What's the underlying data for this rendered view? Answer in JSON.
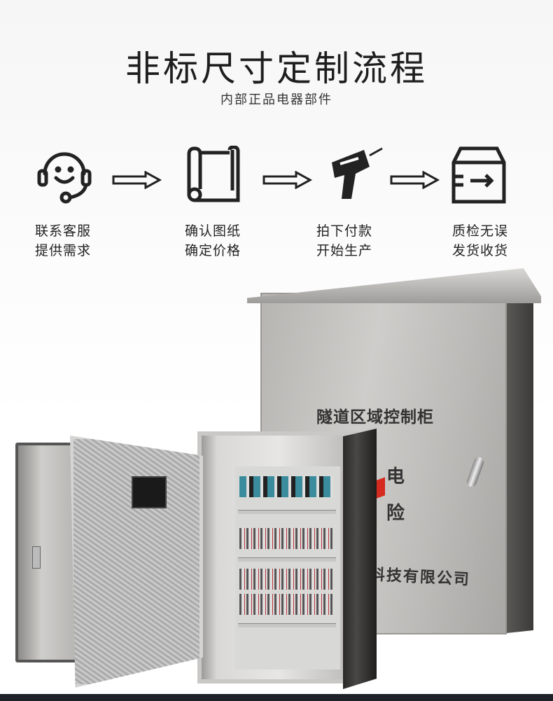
{
  "header": {
    "title": "非标尺寸定制流程",
    "subtitle": "内部正品电器部件"
  },
  "steps": [
    {
      "icon": "headset-support-icon",
      "line1": "联系客服",
      "line2": "提供需求"
    },
    {
      "icon": "blueprint-scroll-icon",
      "line1": "确认图纸",
      "line2": "确定价格"
    },
    {
      "icon": "drill-icon",
      "line1": "拍下付款",
      "line2": "开始生产"
    },
    {
      "icon": "delivery-box-icon",
      "line1": "质检无误",
      "line2": "发货收货"
    }
  ],
  "product": {
    "cabinet_name": "隧道区域控制柜",
    "warning_char_1": "电",
    "warning_char_2": "险",
    "company": "科技有限公司"
  },
  "colors": {
    "warning_red": "#d42a20",
    "bottom_bar": "#1f2128"
  }
}
